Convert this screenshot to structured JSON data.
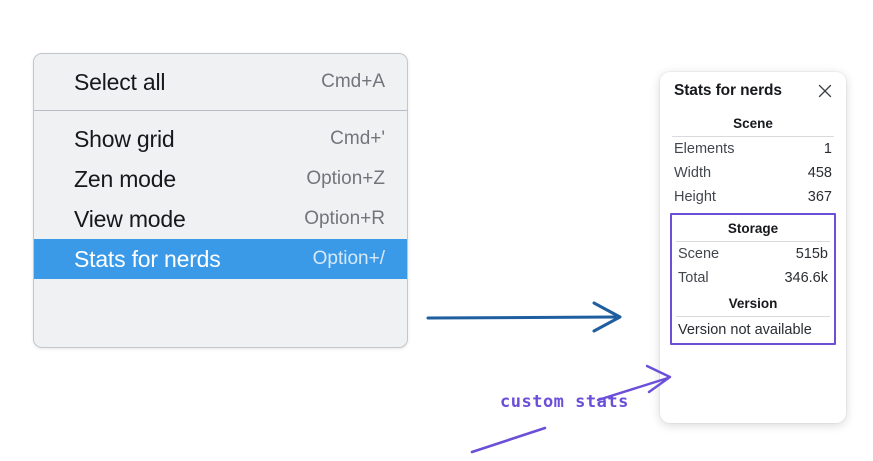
{
  "context_menu": {
    "groups": [
      {
        "items": [
          {
            "label": "Select all",
            "shortcut": "Cmd+A",
            "highlighted": false
          }
        ]
      },
      {
        "items": [
          {
            "label": "Show grid",
            "shortcut": "Cmd+'",
            "highlighted": false
          },
          {
            "label": "Zen mode",
            "shortcut": "Option+Z",
            "highlighted": false
          },
          {
            "label": "View mode",
            "shortcut": "Option+R",
            "highlighted": false
          },
          {
            "label": "Stats for nerds",
            "shortcut": "Option+/",
            "highlighted": true
          }
        ]
      }
    ],
    "background_color": "#f0f1f3",
    "highlight_color": "#3b9ae8",
    "divider_color": "#b7bcc6"
  },
  "stats_panel": {
    "title": "Stats for nerds",
    "close_icon": "close-icon",
    "sections": [
      {
        "heading": "Scene",
        "highlighted": false,
        "rows": [
          {
            "key": "Elements",
            "value": "1"
          },
          {
            "key": "Width",
            "value": "458"
          },
          {
            "key": "Height",
            "value": "367"
          }
        ]
      },
      {
        "heading": "Storage",
        "highlighted": true,
        "rows": [
          {
            "key": "Scene",
            "value": "515b"
          },
          {
            "key": "Total",
            "value": "346.6k"
          }
        ]
      },
      {
        "heading": "Version",
        "highlighted": true,
        "rows": [],
        "note": "Version not available"
      }
    ],
    "highlight_border_color": "#6b4fd8"
  },
  "annotations": {
    "flow_arrow_color": "#1f5fa0",
    "callout_color": "#6b4fd8",
    "callout_text": "custom stats"
  }
}
